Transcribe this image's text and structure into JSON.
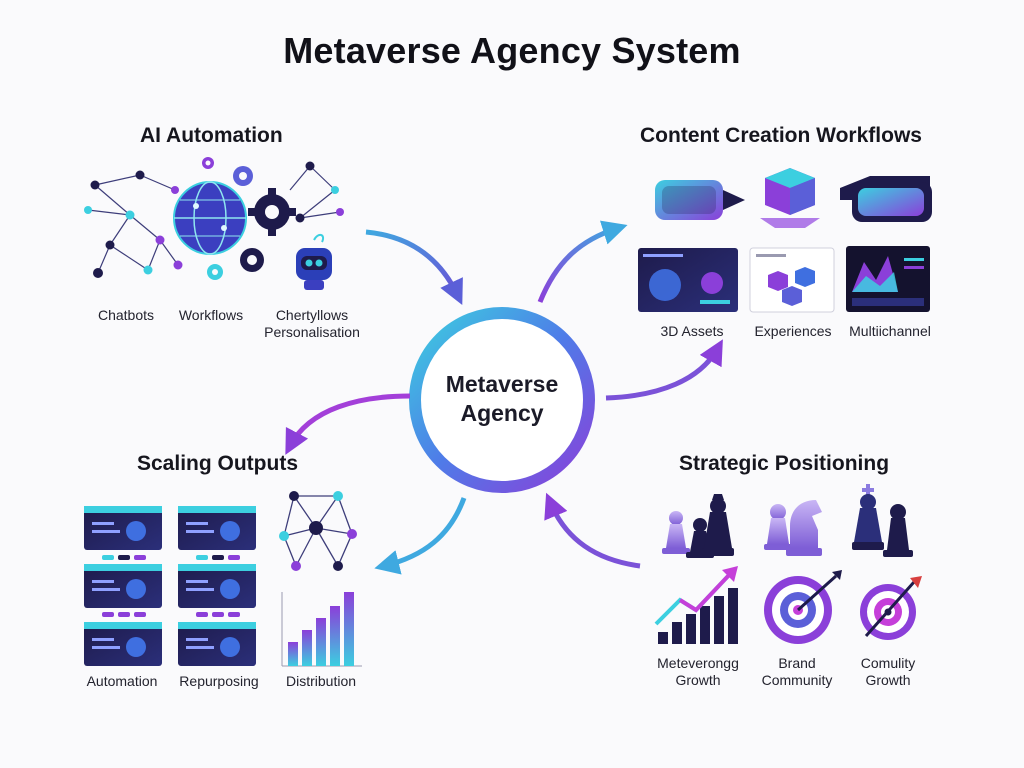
{
  "title": "Metaverse Agency System",
  "hub": {
    "line1": "Metaverse",
    "line2": "Agency"
  },
  "colors": {
    "purple": "#8b3fd9",
    "blue": "#3fa9e0",
    "navy": "#1e1b4b",
    "cyan": "#3ccfe0"
  },
  "sections": {
    "ai_automation": {
      "title": "AI Automation",
      "items": [
        "Chatbots",
        "Workflows",
        "Chertyllows Personalisation"
      ]
    },
    "content_creation": {
      "title": "Content Creation Workflows",
      "items": [
        "3D Assets",
        "Experiences",
        "Multiichannel"
      ]
    },
    "scaling_outputs": {
      "title": "Scaling Outputs",
      "items": [
        "Automation",
        "Repurposing",
        "Distribution"
      ]
    },
    "strategic_positioning": {
      "title": "Strategic Positioning",
      "items": [
        "Meteverongg Growth",
        "Brand Community",
        "Comulity Growth"
      ]
    }
  },
  "icons": [
    "network-icon",
    "brain-globe-icon",
    "gear-icon",
    "robot-icon",
    "vr-headset-icon",
    "3d-cube-icon",
    "dashboard-icon",
    "chess-pieces-icon",
    "growth-chart-icon",
    "target-icon",
    "bar-chart-icon"
  ]
}
